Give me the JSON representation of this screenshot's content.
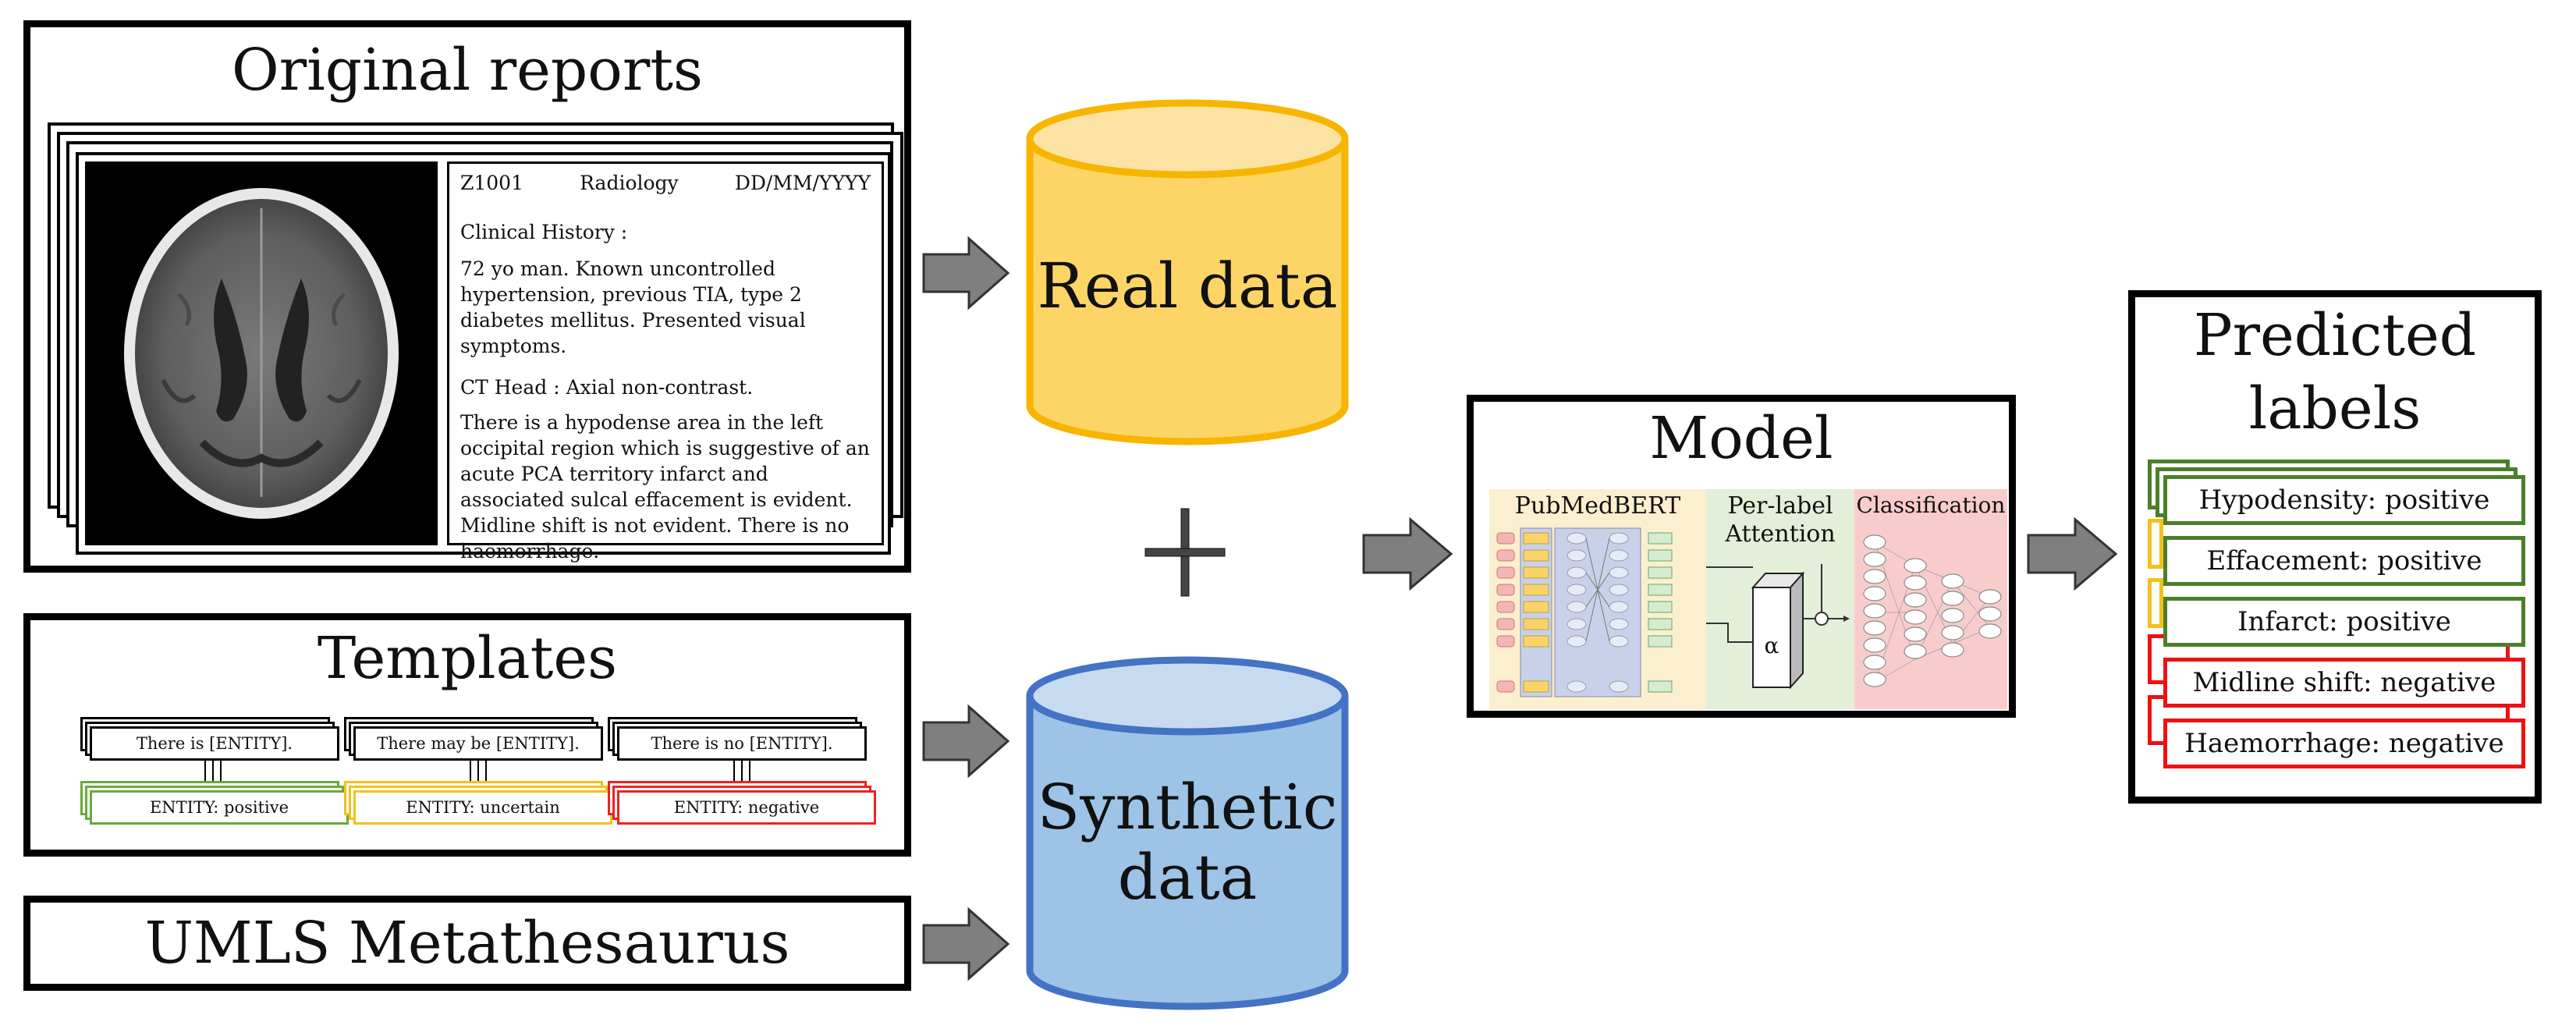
{
  "original_reports": {
    "title": "Original reports",
    "report": {
      "id": "Z1001",
      "department": "Radiology",
      "date": "DD/MM/YYYY",
      "clinical_history_heading": "Clinical History :",
      "clinical_history": "72 yo man. Known uncontrolled hypertension, previous TIA, type 2 diabetes mellitus. Presented visual symptoms.",
      "ct_heading": "CT Head : Axial non-contrast.",
      "findings": "There is a hypodense area in the left occipital region which is suggestive of an acute PCA territory infarct and associated sulcal effacement is evident. Midline shift is not evident. There is no haemorrhage."
    }
  },
  "templates": {
    "title": "Templates",
    "items": [
      {
        "sentence": "There is [ENTITY].",
        "label": "ENTITY: positive",
        "color": "#6aaa3a"
      },
      {
        "sentence": "There may be [ENTITY].",
        "label": "ENTITY: uncertain",
        "color": "#f2c21b"
      },
      {
        "sentence": "There is no [ENTITY].",
        "label": "ENTITY: negative",
        "color": "#ee2222"
      }
    ]
  },
  "umls": {
    "title": "UMLS Metathesaurus"
  },
  "real_data": {
    "label": "Real data",
    "fill": "#fdd566",
    "stroke": "#f7b500"
  },
  "synthetic_data": {
    "line1": "Synthetic",
    "line2": "data",
    "fill": "#9dc3e6",
    "stroke": "#4472c4"
  },
  "plus_sign": "+",
  "model": {
    "title": "Model",
    "pubmedbert": "PubMedBERT",
    "attention_line1": "Per-label",
    "attention_line2": "Attention",
    "classification": "Classification",
    "alpha": "α"
  },
  "predicted_labels": {
    "title_line1": "Predicted",
    "title_line2": "labels",
    "items": [
      {
        "text": "Hypodensity: positive",
        "color": "#4b7f2a"
      },
      {
        "text": "Effacement: positive",
        "color": "#4b7f2a"
      },
      {
        "text": "Infarct: positive",
        "color": "#4b7f2a"
      },
      {
        "text": "Midline shift: negative",
        "color": "#ee1111"
      },
      {
        "text": "Haemorrhage: negative",
        "color": "#ee1111"
      }
    ]
  }
}
